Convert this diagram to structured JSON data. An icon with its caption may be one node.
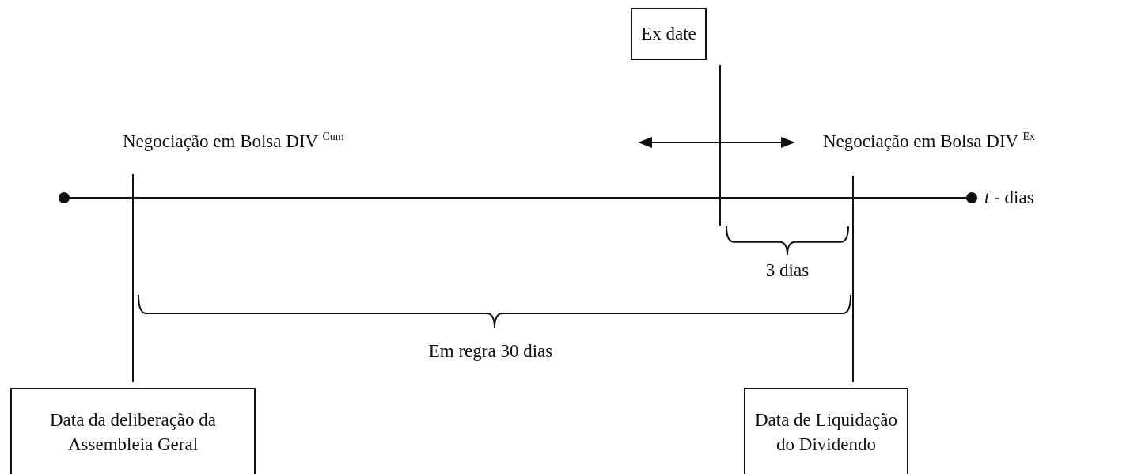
{
  "diagram": {
    "nodes": [
      {
        "text": [
          "Ex date"
        ]
      },
      {
        "text": [
          "Data da deliberação da Assembleia Geral"
        ]
      },
      {
        "text": [
          "Data de Liquidação do Dividendo"
        ]
      }
    ],
    "edges": [],
    "labels": [
      "Negociação em Bolsa DIV $^{Cum}$",
      "Negociação em Bolsa DIV $^{Ex}$",
      "*t* - dias",
      "3 dias",
      "Em regra 30 dias"
    ]
  }
}
